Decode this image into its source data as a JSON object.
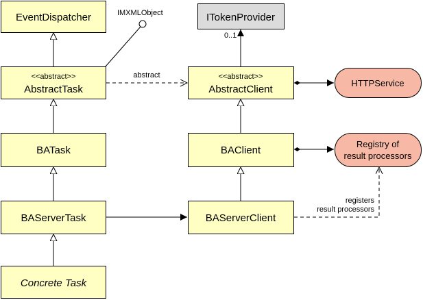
{
  "colors": {
    "class_fill": "#ffffc4",
    "interface_fill": "#dcdcdc",
    "service_fill": "#f7b9a6",
    "line": "#000000"
  },
  "classes": {
    "event_dispatcher": "EventDispatcher",
    "abstract_task": {
      "stereotype": "<<abstract>>",
      "name": "AbstractTask"
    },
    "ba_task": "BATask",
    "ba_server_task": "BAServerTask",
    "concrete_task": "Concrete Task",
    "itoken_provider": "ITokenProvider",
    "abstract_client": {
      "stereotype": "<<abstract>>",
      "name": "AbstractClient"
    },
    "ba_client": "BAClient",
    "ba_server_client": "BAServerClient"
  },
  "services": {
    "http_service": "HTTPService",
    "registry": {
      "line1": "Registry of",
      "line2": "result processors"
    }
  },
  "labels": {
    "imxml_object": "IMXMLObject",
    "abstract_edge": "abstract",
    "multiplicity": "0..1",
    "registers_line1": "registers",
    "registers_line2": "result processors"
  }
}
